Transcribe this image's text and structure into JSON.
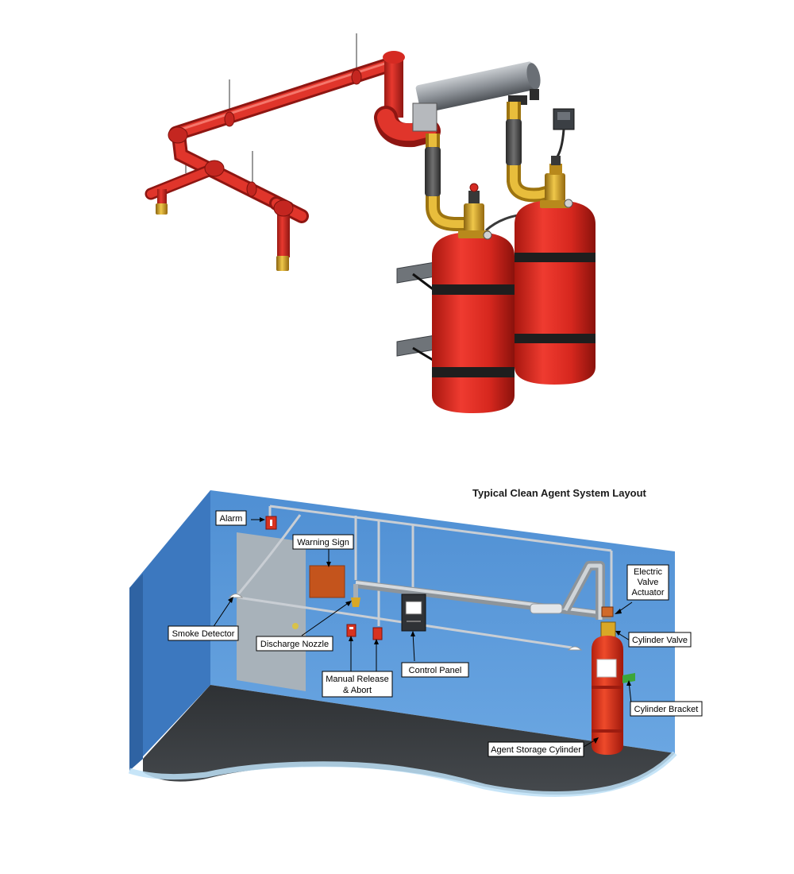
{
  "layout_diagram": {
    "title": "Typical Clean Agent System Layout",
    "labels": {
      "alarm": "Alarm",
      "warning_sign": "Warning Sign",
      "smoke_detector": "Smoke Detector",
      "discharge_nozzle": "Discharge Nozzle",
      "manual_release_line1": "Manual Release",
      "manual_release_line2": "& Abort",
      "control_panel": "Control Panel",
      "electric_valve_actuator_line1": "Electric",
      "electric_valve_actuator_line2": "Valve",
      "electric_valve_actuator_line3": "Actuator",
      "cylinder_valve": "Cylinder Valve",
      "cylinder_bracket": "Cylinder Bracket",
      "agent_storage_cylinder": "Agent Storage Cylinder"
    }
  },
  "colors": {
    "pipe_red": "#d42a24",
    "cylinder_red": "#e0312a",
    "brass": "#d9a826",
    "wall_blue": "#5b9ad8",
    "floor": "#3a3d40"
  }
}
